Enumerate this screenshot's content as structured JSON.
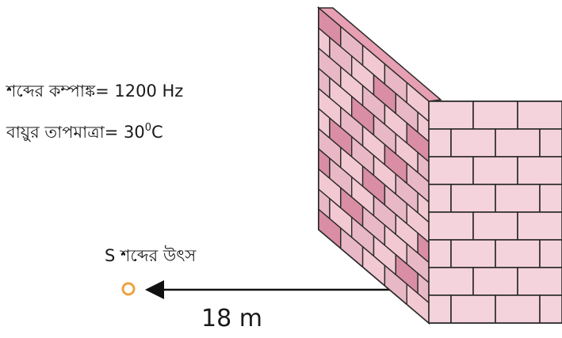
{
  "labels": {
    "frequency": "শব্দের কম্পাঙ্ক= 1200 Hz",
    "temperature_prefix": "বায়ুর তাপমাত্রা= 30",
    "temperature_degree": "0",
    "temperature_unit": "C",
    "source": "S শব্দের উৎস",
    "distance": "18 m"
  },
  "colors": {
    "brick_face": "#f2c9d3",
    "brick_front": "#f5d3dc",
    "brick_side": "#e9b8c6",
    "brick_dark": "#d98ea5",
    "mortar": "#2b2b2b",
    "wall_top": "#e79fb3",
    "source_marker": "#f0a040",
    "arrow": "#111111"
  }
}
